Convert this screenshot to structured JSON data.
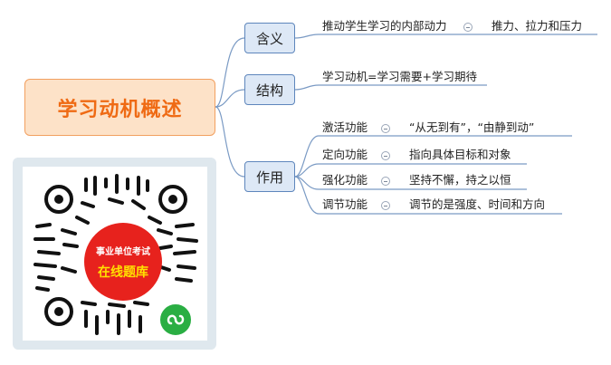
{
  "root": {
    "label": "学习动机概述"
  },
  "topics": [
    {
      "label": "含义"
    },
    {
      "label": "结构"
    },
    {
      "label": "作用"
    }
  ],
  "meaning": {
    "text": "推动学生学习的内部动力",
    "sub": "推力、拉力和压力"
  },
  "structure": {
    "text": "学习动机=学习需要+学习期待"
  },
  "functions": [
    {
      "name": "激活功能",
      "desc": "“从无到有”，“由静到动”"
    },
    {
      "name": "定向功能",
      "desc": "指向具体目标和对象"
    },
    {
      "name": "强化功能",
      "desc": "坚持不懈，持之以恒"
    },
    {
      "name": "调节功能",
      "desc": "调节的是强度、时间和方向"
    }
  ],
  "qr": {
    "badge_top": "事业单位考试",
    "badge_main": "在线题库"
  }
}
